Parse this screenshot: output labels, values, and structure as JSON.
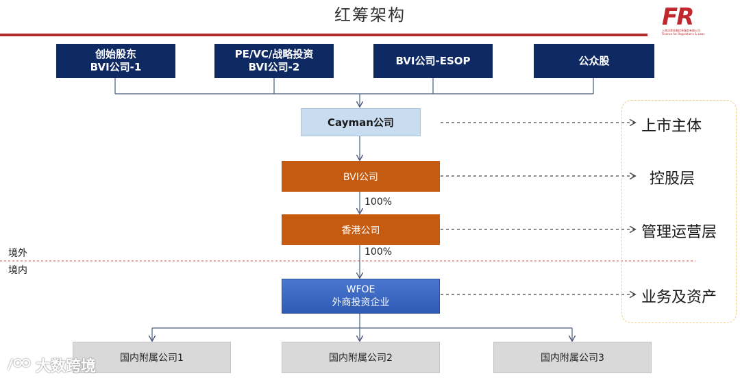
{
  "title": "红筹架构",
  "logo": {
    "mark": "FR",
    "subtitle": "上海法荣金融信息服务有限公司",
    "tagline": "Finance for Regulations & Laws"
  },
  "shareholders": [
    {
      "line1": "创始股东",
      "line2": "BVI公司-1"
    },
    {
      "line1": "PE/VC/战略投资",
      "line2": "BVI公司-2"
    },
    {
      "line1": "BVI公司-ESOP",
      "line2": ""
    },
    {
      "line1": "公众股",
      "line2": ""
    }
  ],
  "cayman": "Cayman公司",
  "bvi": "BVI公司",
  "hk": "香港公司",
  "wfoe": {
    "line1": "WFOE",
    "line2": "外商投资企业"
  },
  "percent": {
    "bvi_hk": "100%",
    "hk_wfoe": "100%"
  },
  "border": {
    "outside": "境外",
    "inside": "境内"
  },
  "subsidiaries": [
    "国内附属公司1",
    "国内附属公司2",
    "国内附属公司3"
  ],
  "layers": [
    "上市主体",
    "控股层",
    "管理运营层",
    "业务及资产"
  ],
  "watermark": "大数跨境",
  "colors": {
    "navy": "#0f2a63",
    "orange": "#c55a11",
    "wfoe_blue": "#2f5bb5",
    "accent_red": "#b22a2a"
  }
}
